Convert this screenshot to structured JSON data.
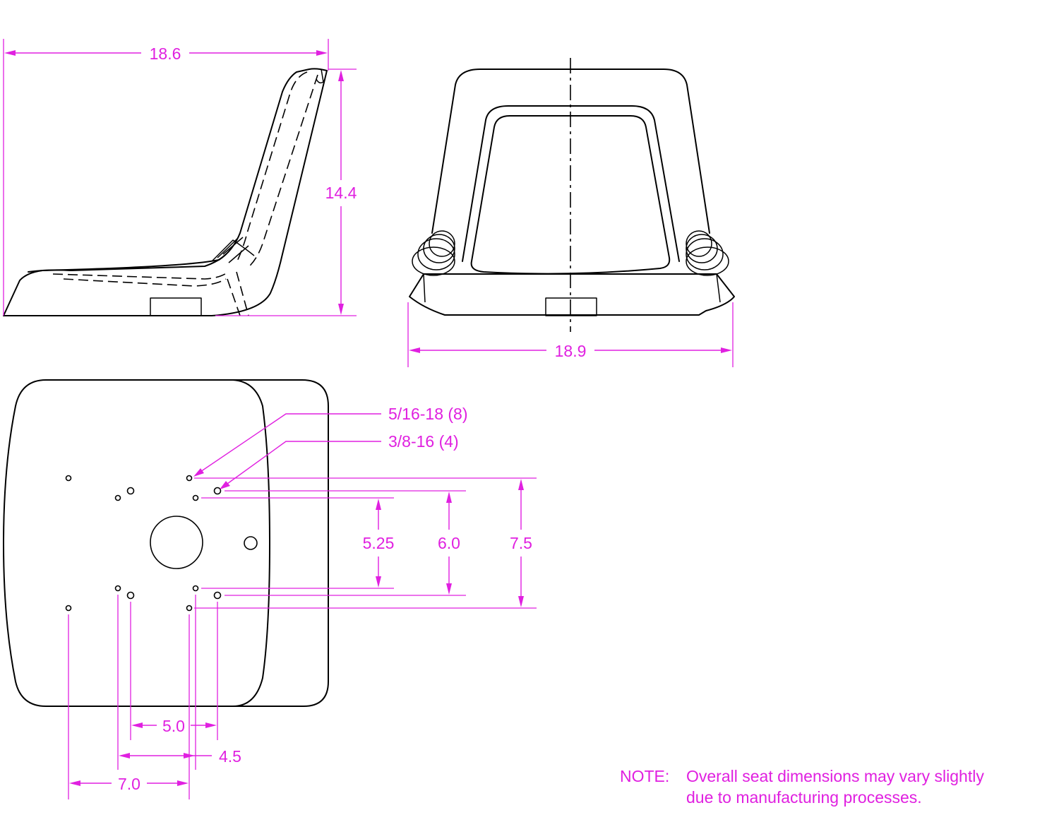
{
  "side_view": {
    "width_label": "18.6",
    "height_label": "14.4"
  },
  "front_view": {
    "width_label": "18.9"
  },
  "bottom_view": {
    "callout_small_holes": "5/16-18 (8)",
    "callout_large_holes": "3/8-16 (4)",
    "dim_5_25": "5.25",
    "dim_6_0": "6.0",
    "dim_7_5": "7.5",
    "dim_5_0": "5.0",
    "dim_4_5": "4.5",
    "dim_7_0": "7.0"
  },
  "note": {
    "label": "NOTE:",
    "line1": "Overall seat dimensions may vary slightly",
    "line2": "due to manufacturing processes."
  },
  "colors": {
    "dimension": "#e020e0",
    "outline": "#000000",
    "background": "#ffffff"
  }
}
